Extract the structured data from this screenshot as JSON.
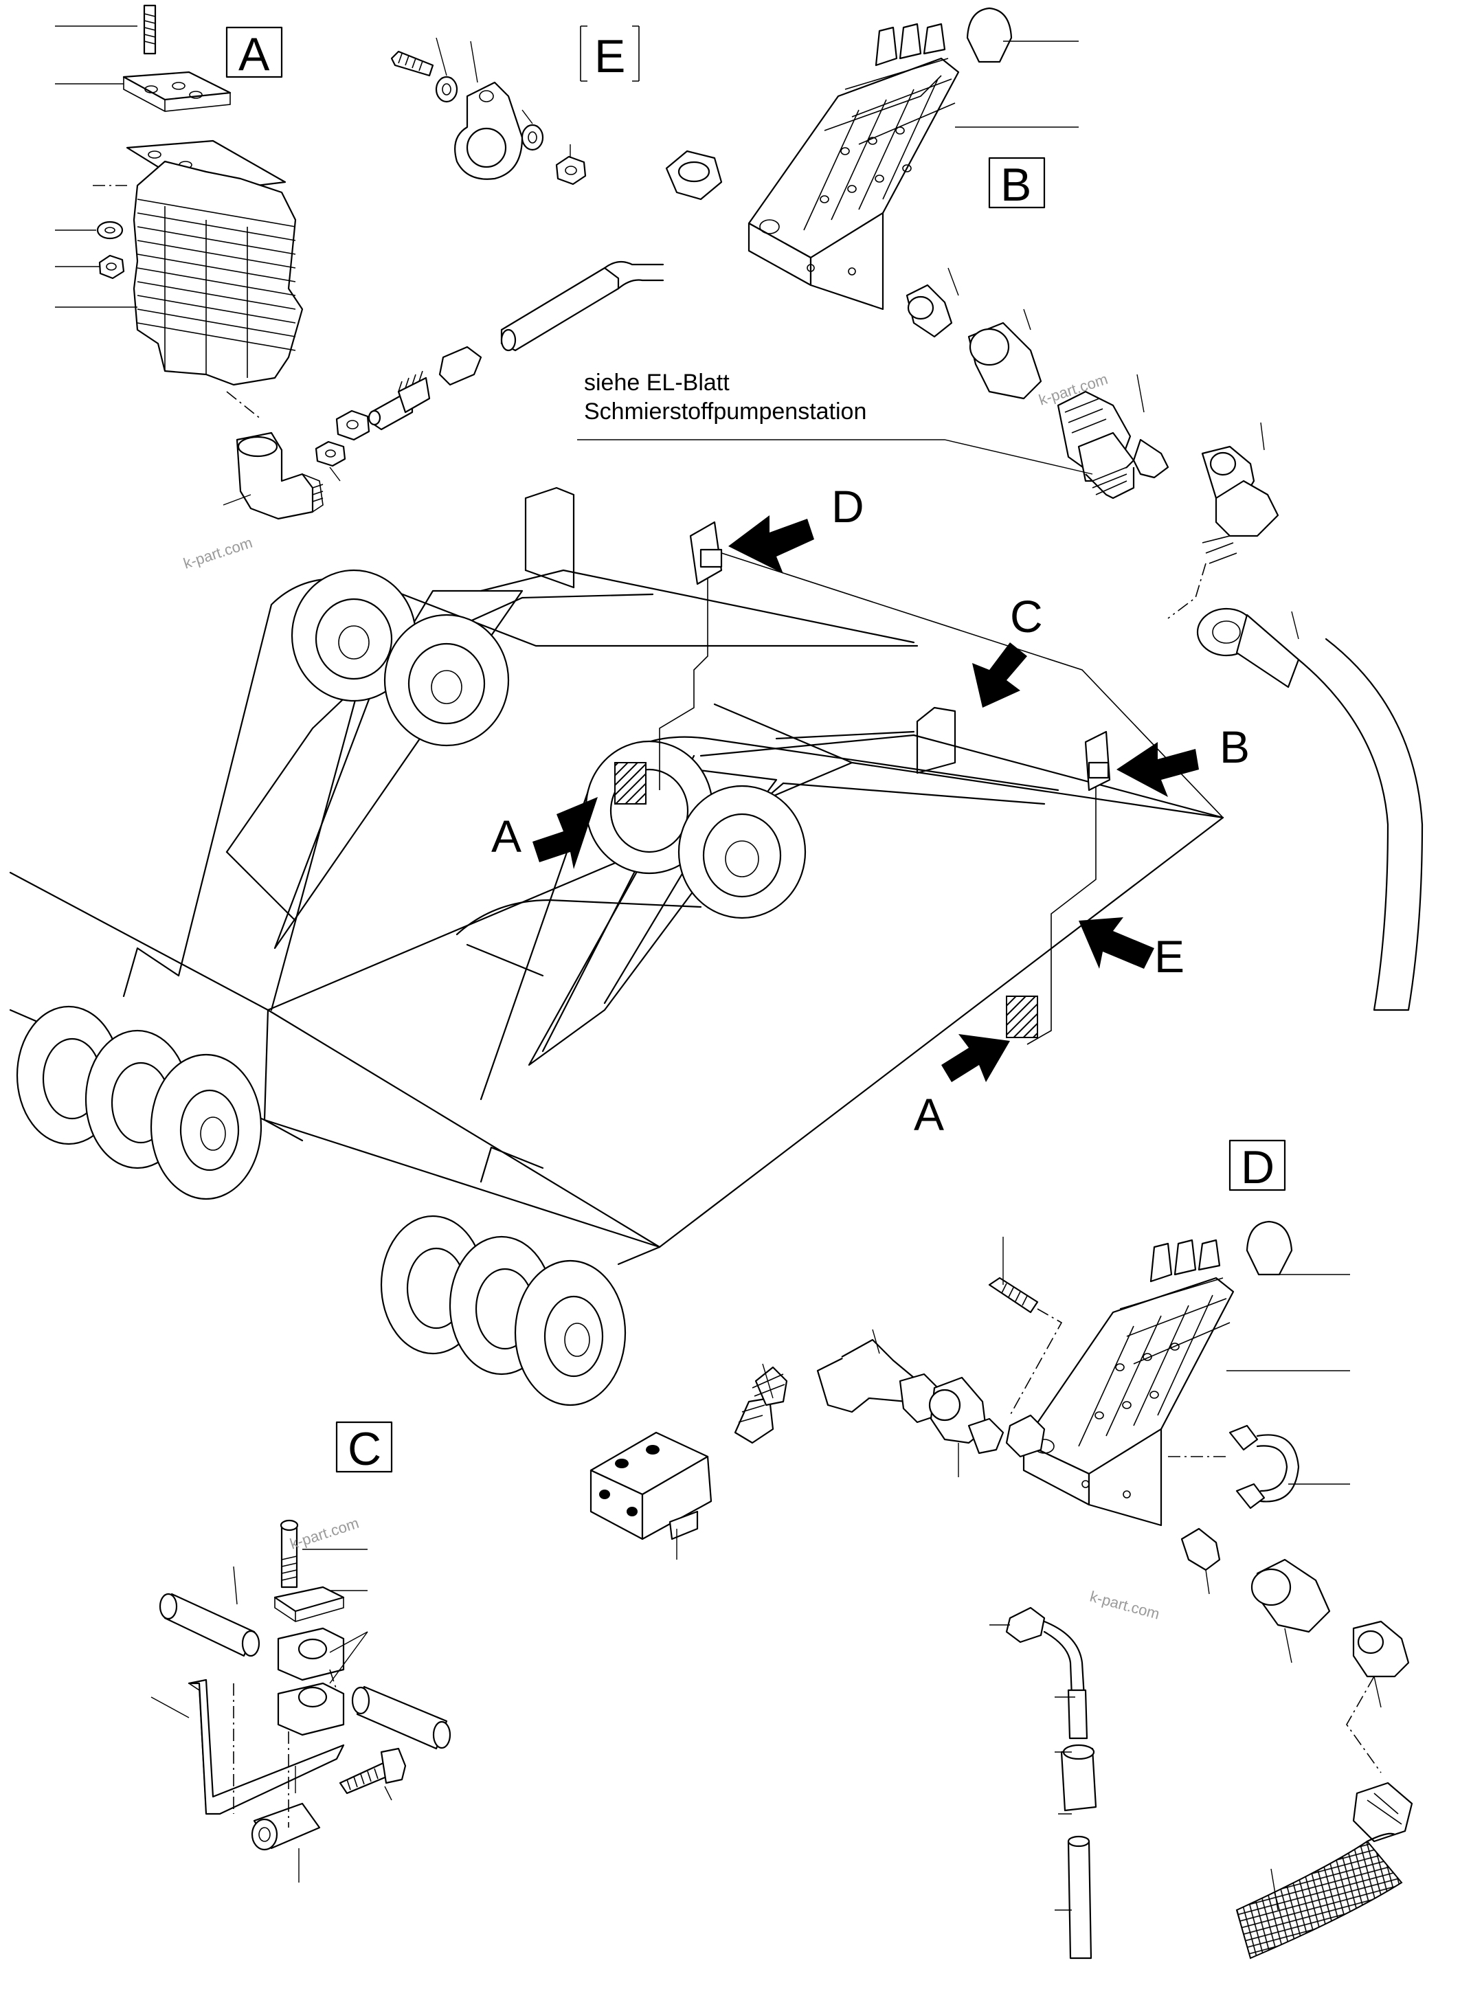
{
  "detail_boxes": {
    "A": "A",
    "E": "E",
    "B": "B",
    "D": "D",
    "C": "C"
  },
  "arrow_labels": {
    "D": "D",
    "C": "C",
    "B": "B",
    "A_upper": "A",
    "E": "E",
    "A_lower": "A"
  },
  "note": {
    "line1": "siehe EL-Blatt",
    "line2": "Schmierstoffpumpenstation"
  },
  "watermarks": [
    "k-part.com",
    "k-part.com",
    "k-part.com",
    "k-part.com"
  ],
  "icons": [
    "arrow-icon",
    "distributor-block-icon",
    "grease-nipple-icon",
    "hose-icon",
    "clamp-icon"
  ]
}
